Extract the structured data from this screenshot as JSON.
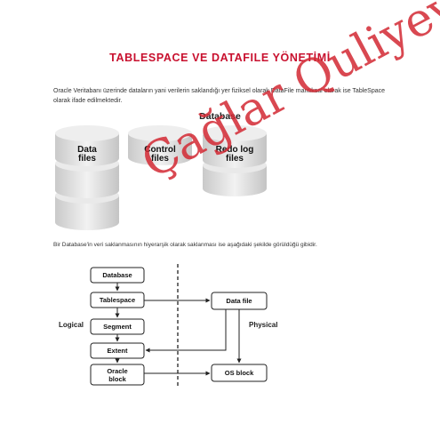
{
  "document": {
    "title": "TABLESPACE VE DATAFILE YÖNETİMİ",
    "intro": "Oracle Veritabanı üzerinde dataların yani verilerin saklandığı yer fiziksel olarak DataFile mantıksal olarak ise TableSpace olarak ifade edilmektedir.",
    "database_heading": "Database",
    "cylinders": [
      {
        "line1": "Data",
        "line2": "files"
      },
      {
        "line1": "Control",
        "line2": "files"
      },
      {
        "line1": "Redo log",
        "line2": "files"
      }
    ],
    "paragraph2": "Bir Database'in veri saklanmasının hiyerarşik olarak saklanması ise aşağıdaki şekilde görüldüğü gibidir."
  },
  "diagram": {
    "logical_label": "Logical",
    "physical_label": "Physical",
    "boxes": {
      "database": "Database",
      "tablespace": "Tablespace",
      "segment": "Segment",
      "extent": "Extent",
      "oracle_block_1": "Oracle",
      "oracle_block_2": "block",
      "data_file": "Data file",
      "os_block": "OS block"
    }
  },
  "watermark": {
    "text": "Çağlar Quliyev",
    "color": "#d22832"
  }
}
